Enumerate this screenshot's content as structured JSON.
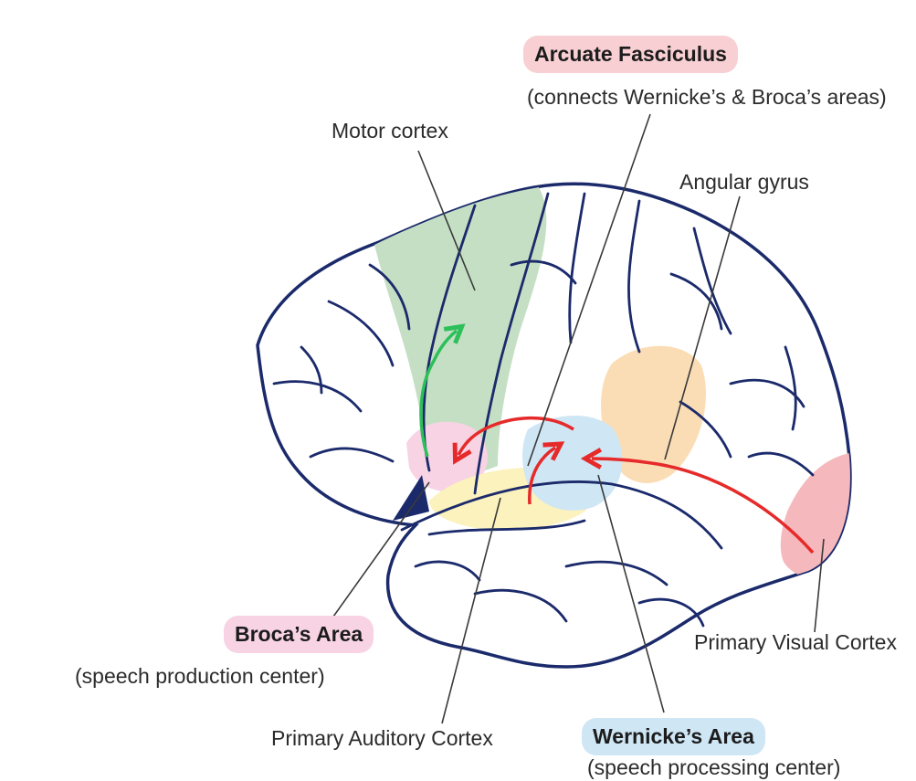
{
  "labels": {
    "arcuate_title": "Arcuate Fasciculus",
    "arcuate_desc": "(connects Wernicke’s & Broca’s areas)",
    "motor_cortex": "Motor cortex",
    "angular_gyrus": "Angular gyrus",
    "broca_title": "Broca’s Area",
    "broca_desc": "(speech production center)",
    "primary_visual": "Primary Visual Cortex",
    "primary_auditory": "Primary Auditory Cortex",
    "wernicke_title": "Wernicke’s Area",
    "wernicke_desc": "(speech processing center)"
  },
  "colors": {
    "outline": "#1b2a6b",
    "motor": "#c5dfc4",
    "broca": "#f7d3e4",
    "auditory": "#fbf2bd",
    "wernicke": "#cfe6f5",
    "angular": "#fbddb5",
    "visual": "#f5b8bc",
    "arcuate_pill": "#f8cfd3",
    "broca_pill": "#f7d3e4",
    "wernicke_pill": "#cfe6f5",
    "red_arrow": "#e62a2a",
    "green_arrow": "#2dbf5a",
    "leader_line": "#3a3a3a"
  }
}
